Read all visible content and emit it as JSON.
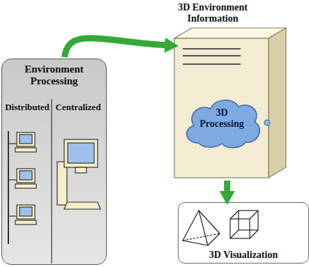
{
  "diagram": {
    "nodes": [
      {
        "text": [
          "Environment Processing"
        ]
      },
      {
        "text": [
          "3D Processing"
        ]
      },
      {
        "text": [
          "3D Visualization"
        ]
      }
    ],
    "edges": [
      {
        "from": 0,
        "to": 1,
        "arrow": "to",
        "label": "3D Environment Information"
      },
      {
        "from": 1,
        "to": 2,
        "arrow": "to"
      }
    ],
    "labels": [
      "Distributed",
      "Centralized"
    ]
  }
}
